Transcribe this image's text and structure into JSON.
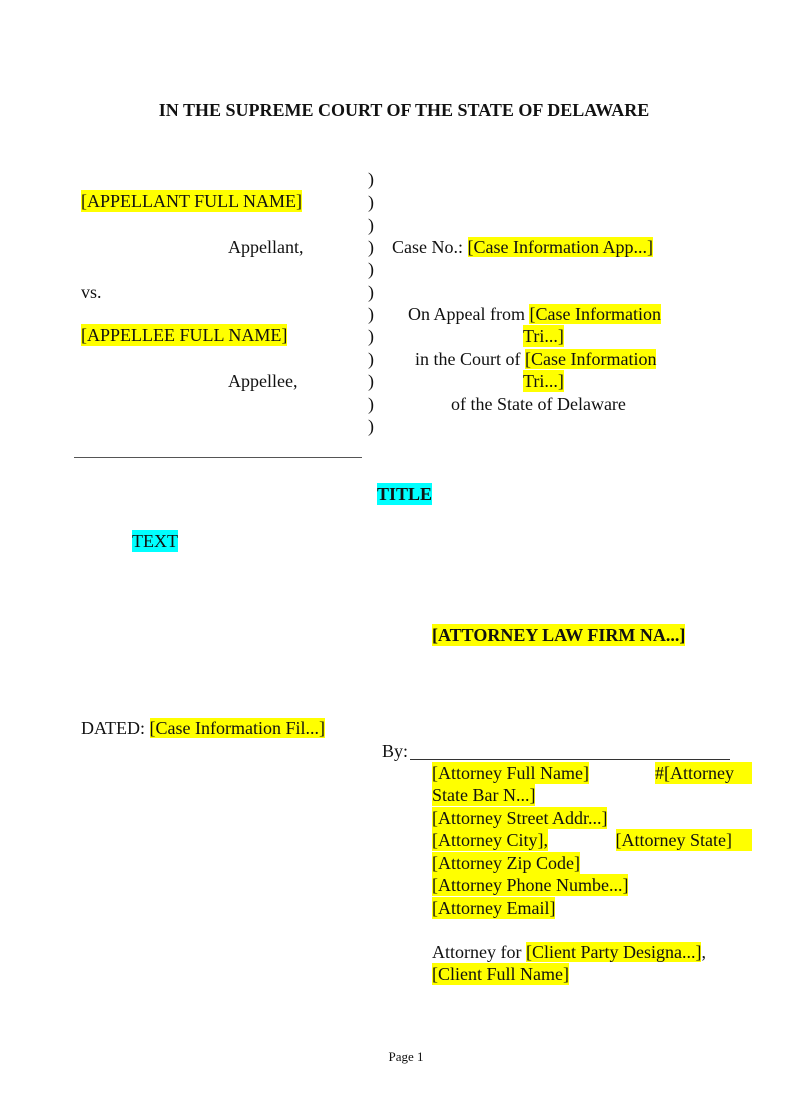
{
  "court_heading": "IN THE SUPREME COURT OF THE STATE OF DELAWARE",
  "caption": {
    "appellant_name": "[APPELLANT FULL NAME]",
    "appellant_label": "Appellant,",
    "vs": "vs.",
    "appellee_name": "[APPELLEE FULL NAME]",
    "appellee_label": "Appellee,",
    "paren": ")",
    "case_no_label": "Case No.:",
    "case_no_value": "[Case Information App...]",
    "appeal_from_label": "On Appeal from",
    "appeal_from_value_1": "[Case Information",
    "appeal_from_value_2": "Tri...]",
    "court_of_label": "in the Court of",
    "court_of_value_1": "[Case Information",
    "court_of_value_2": "Tri...]",
    "state_line": "of the State of Delaware"
  },
  "title": "TITLE",
  "text": "TEXT",
  "firm_name": "[ATTORNEY LAW FIRM NA...]",
  "dated_label": "DATED:",
  "dated_value": "[Case Information Fil...]",
  "signature": {
    "by_label": "By:",
    "attorney_name": "[Attorney Full Name]",
    "bar_prefix": "#[Attorney",
    "bar_cont": "State Bar N...]",
    "street": "[Attorney Street Addr...]",
    "city": "[Attorney City],",
    "state": "[Attorney State]",
    "zip": "[Attorney Zip Code]",
    "phone": "[Attorney Phone Numbe...]",
    "email": "[Attorney Email]",
    "attorney_for_label": "Attorney for",
    "client_designation": "[Client Party Designa...]",
    "comma": ",",
    "client_name": "[Client Full Name]"
  },
  "footer": {
    "page_label": "Page 1"
  },
  "colors": {
    "highlight_yellow": "#ffff00",
    "highlight_cyan": "#00ffff"
  }
}
